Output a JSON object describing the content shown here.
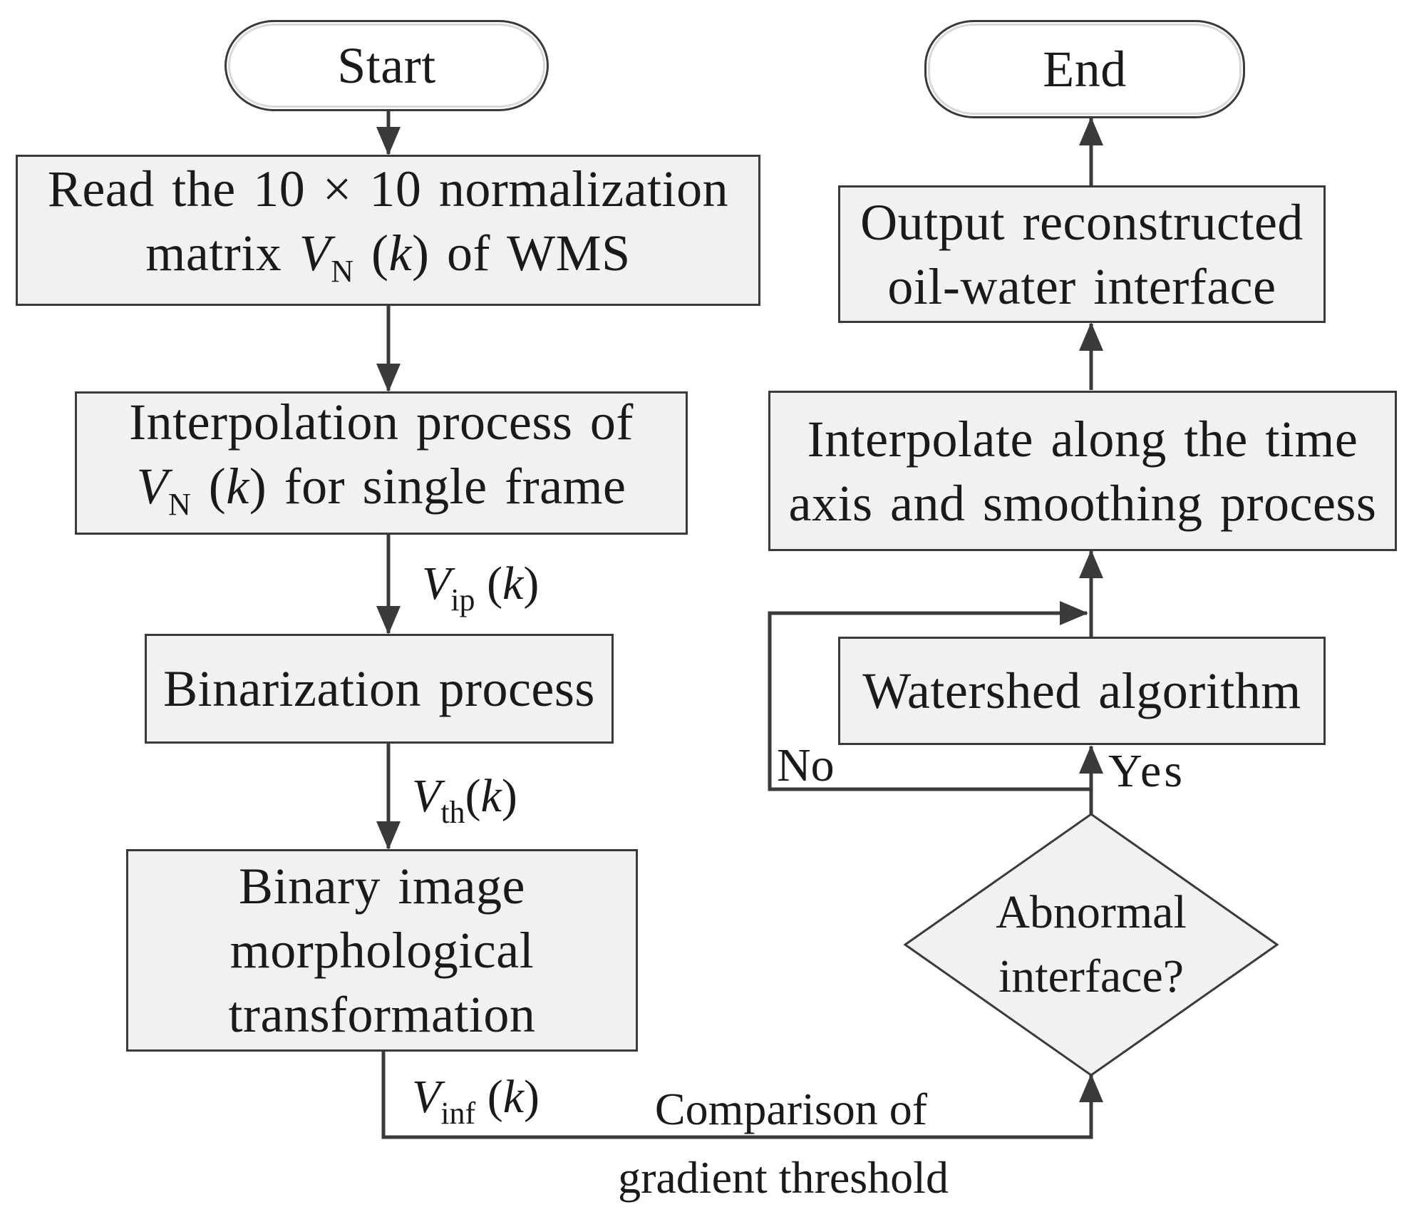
{
  "nodes": {
    "start": {
      "label": "Start"
    },
    "read_matrix": {
      "line1": "Read the 10 × 10 normalization",
      "line2_prefix": "matrix ",
      "var": "V",
      "sub": "N",
      "arg": "(k)",
      "line2_suffix": " of WMS"
    },
    "interpolation": {
      "line1": "Interpolation process of",
      "var": "V",
      "sub": "N",
      "arg": "(k)",
      "line2_suffix": " for single frame"
    },
    "binarization": {
      "label": "Binarization process"
    },
    "morphology": {
      "line1": "Binary image",
      "line2": "morphological",
      "line3": "transformation"
    },
    "decision": {
      "line1": "Abnormal",
      "line2": "interface?"
    },
    "watershed": {
      "label": "Watershed algorithm"
    },
    "time_interp": {
      "line1": "Interpolate along the time",
      "line2": "axis and smoothing process"
    },
    "output": {
      "line1": "Output reconstructed",
      "line2": "oil-water interface"
    },
    "end": {
      "label": "End"
    }
  },
  "edge_labels": {
    "vip": {
      "var": "V",
      "sub": "ip",
      "arg": "(k)"
    },
    "vth": {
      "var": "V",
      "sub": "th",
      "arg": "(k)"
    },
    "vinf": {
      "var": "V",
      "sub": "inf",
      "arg": "(k)"
    },
    "comparison_line1": "Comparison of",
    "comparison_line2": "gradient threshold",
    "no": "No",
    "yes": "Yes"
  },
  "colors": {
    "box_fill": "#f1f1f1",
    "stroke": "#3a3a3a",
    "text": "#1a1a1a"
  }
}
